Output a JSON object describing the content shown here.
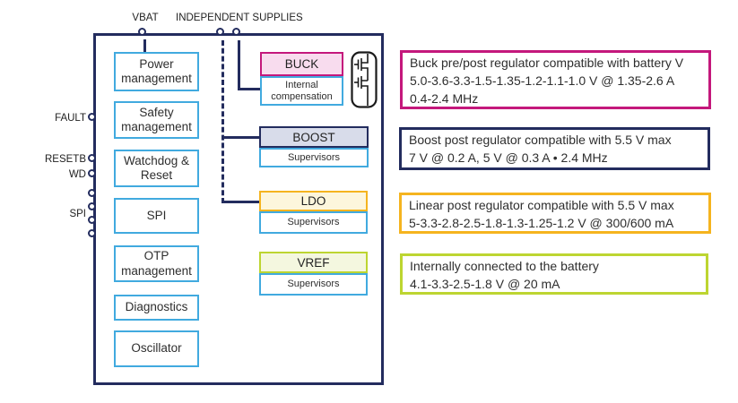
{
  "pins": {
    "top": [
      {
        "name": "VBAT"
      },
      {
        "name": "INDEPENDENT SUPPLIES"
      }
    ],
    "left": [
      {
        "name": "FAULT"
      },
      {
        "name": "RESETB"
      },
      {
        "name": "WD"
      },
      {
        "name": "SPI"
      }
    ]
  },
  "core_blocks": [
    {
      "label": "Power management"
    },
    {
      "label": "Safety management"
    },
    {
      "label": "Watchdog & Reset"
    },
    {
      "label": "SPI"
    },
    {
      "label": "OTP management"
    },
    {
      "label": "Diagnostics"
    },
    {
      "label": "Oscillator"
    }
  ],
  "regulators": [
    {
      "name": "BUCK",
      "sub": "Internal compensation",
      "accent": "#c4187c",
      "fill": "#f8dcee"
    },
    {
      "name": "BOOST",
      "sub": "Supervisors",
      "accent": "#232c5e",
      "fill": "#d8dcea"
    },
    {
      "name": "LDO",
      "sub": "Supervisors",
      "accent": "#f5b41f",
      "fill": "#fdf6dc"
    },
    {
      "name": "VREF",
      "sub": "Supervisors",
      "accent": "#bdd531",
      "fill": "#f4f7df"
    }
  ],
  "callouts": [
    {
      "accent": "#c4187c",
      "lines": [
        "Buck pre/post regulator compatible with battery V",
        "5.0-3.6-3.3-1.5-1.35-1.2-1.1-1.0 V @ 1.35-2.6 A",
        "0.4-2.4 MHz"
      ]
    },
    {
      "accent": "#232c5e",
      "lines": [
        "Boost post regulator compatible with 5.5 V max",
        "7 V @ 0.2 A, 5 V @ 0.3 A • 2.4 MHz"
      ]
    },
    {
      "accent": "#f5b41f",
      "lines": [
        "Linear post regulator compatible with 5.5 V max",
        "5-3.3-2.8-2.5-1.8-1.3-1.25-1.2 V @ 300/600 mA"
      ]
    },
    {
      "accent": "#bdd531",
      "lines": [
        "Internally connected to the battery",
        "4.1-3.3-2.5-1.8 V @ 20 mA"
      ]
    }
  ],
  "colors": {
    "line": "#232c5e",
    "block_border": "#41aadf",
    "pink": "#c4187c",
    "navy": "#232c5e",
    "amber": "#f5b41f",
    "green": "#bdd531",
    "text": "#2e2e2e"
  }
}
